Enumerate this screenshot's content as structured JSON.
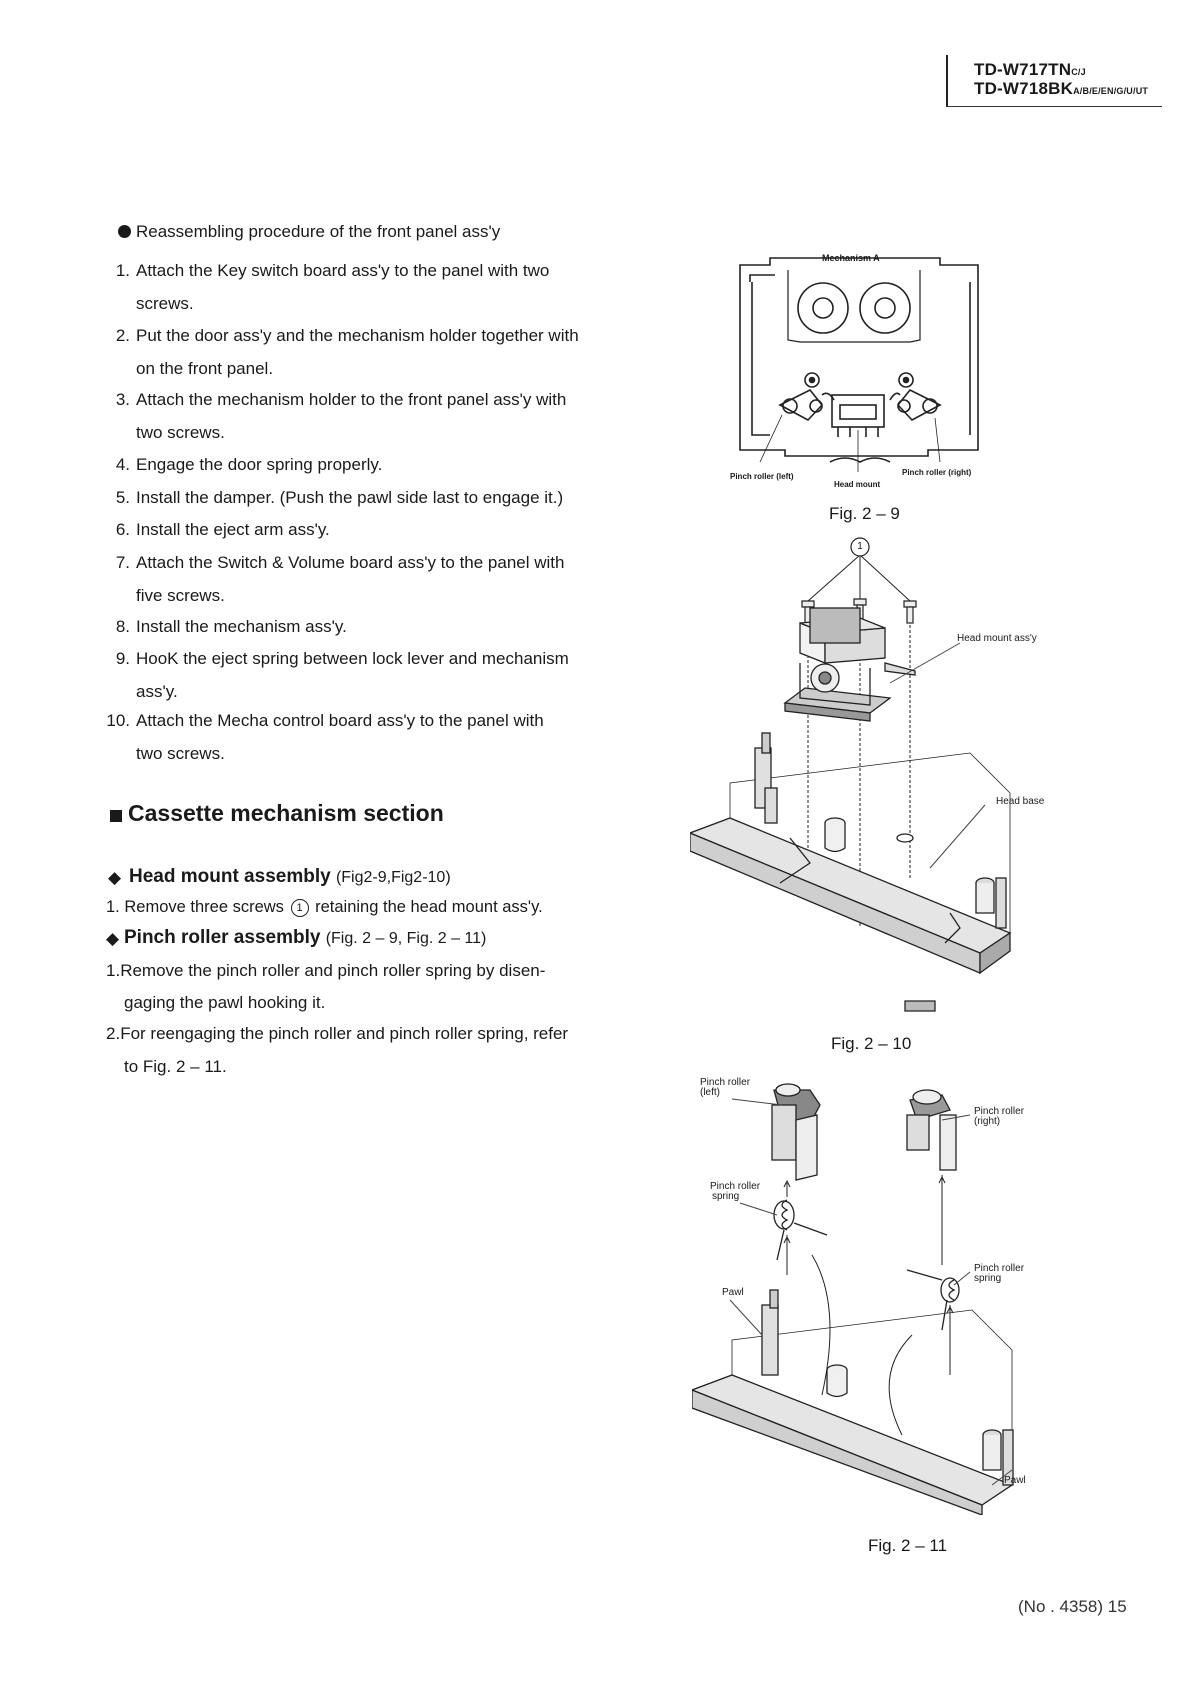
{
  "header": {
    "model_1": "TD-W717TN",
    "model_1_suffix": "C/J",
    "model_2": "TD-W718BK",
    "model_2_suffix": "A/B/E/EN/G/U/UT"
  },
  "reassembling": {
    "title": "Reassembling procedure of the front panel ass'y",
    "steps": [
      {
        "num": "1.",
        "lines": [
          "Attach the Key switch board ass'y to the panel with two",
          "screws."
        ]
      },
      {
        "num": "2.",
        "lines": [
          "Put the door ass'y and the mechanism holder together with",
          "on the front panel."
        ]
      },
      {
        "num": "3.",
        "lines": [
          "Attach the mechanism holder to the front panel ass'y with",
          "two screws."
        ]
      },
      {
        "num": "4.",
        "lines": [
          "Engage the door spring properly."
        ]
      },
      {
        "num": "5.",
        "lines": [
          "Install the damper. (Push the pawl side last to engage it.)"
        ]
      },
      {
        "num": "6.",
        "lines": [
          "Install the eject arm ass'y."
        ]
      },
      {
        "num": "7.",
        "lines": [
          "Attach the Switch & Volume board ass'y to the panel with",
          "five screws."
        ]
      },
      {
        "num": "8.",
        "lines": [
          "Install the mechanism ass'y."
        ]
      },
      {
        "num": "9.",
        "lines": [
          "HooK  the eject spring between lock lever and mechanism",
          "ass'y."
        ]
      },
      {
        "num": "10.",
        "lines": [
          "Attach the Mecha control board ass'y to the panel with",
          "two screws."
        ]
      }
    ]
  },
  "section": {
    "title": "Cassette mechanism section",
    "head_mount": {
      "title": "Head mount assembly",
      "ref": "(Fig2-9,Fig2-10)",
      "step_num": "1.",
      "step_pre": "Remove three screws",
      "step_circle": "1",
      "step_post": "retaining the head mount ass'y."
    },
    "pinch_roller": {
      "title": "Pinch roller assembly",
      "ref": "(Fig. 2 – 9, Fig. 2 – 11)",
      "steps": [
        {
          "num": "1.",
          "lines": [
            "Remove the pinch roller and pinch roller spring by disen-",
            "gaging the pawl hooking it."
          ]
        },
        {
          "num": "2.",
          "lines": [
            "For reengaging the pinch roller and pinch roller spring, refer",
            "to Fig. 2 – 11."
          ]
        }
      ]
    }
  },
  "fig9": {
    "caption": "Fig. 2 – 9",
    "label_top": "Mechanism  A",
    "label_left": "Pinch roller (left)",
    "label_right": "Pinch roller (right)",
    "label_center": "Head mount"
  },
  "fig10": {
    "caption": "Fig. 2 – 10",
    "screw_marker": "1",
    "label_head_mount": "Head mount ass'y",
    "label_head_base": "Head base"
  },
  "fig11": {
    "caption": "Fig. 2 – 11",
    "label_roller_left_1": "Pinch roller",
    "label_roller_left_2": "(left)",
    "label_spring_left_1": "Pinch roller",
    "label_spring_left_2": "spring",
    "label_roller_right_1": "Pinch roller",
    "label_roller_right_2": "(right)",
    "label_spring_right_1": "Pinch roller",
    "label_spring_right_2": "spring",
    "label_pawl_left": "Pawl",
    "label_pawl_right": "Pawl"
  },
  "footer": {
    "page_number": "(No . 4358) 15"
  }
}
